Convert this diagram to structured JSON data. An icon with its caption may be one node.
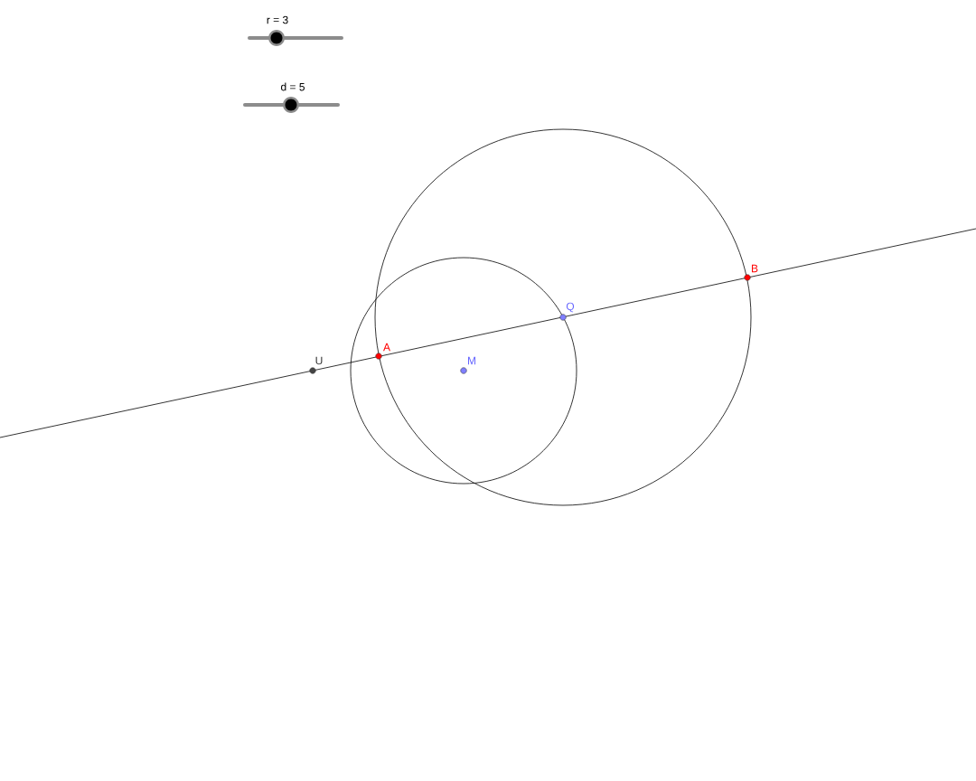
{
  "diagram": {
    "labels": [
      "r = 3",
      "d = 5",
      "B",
      "Q",
      "A",
      "U",
      "M"
    ]
  }
}
